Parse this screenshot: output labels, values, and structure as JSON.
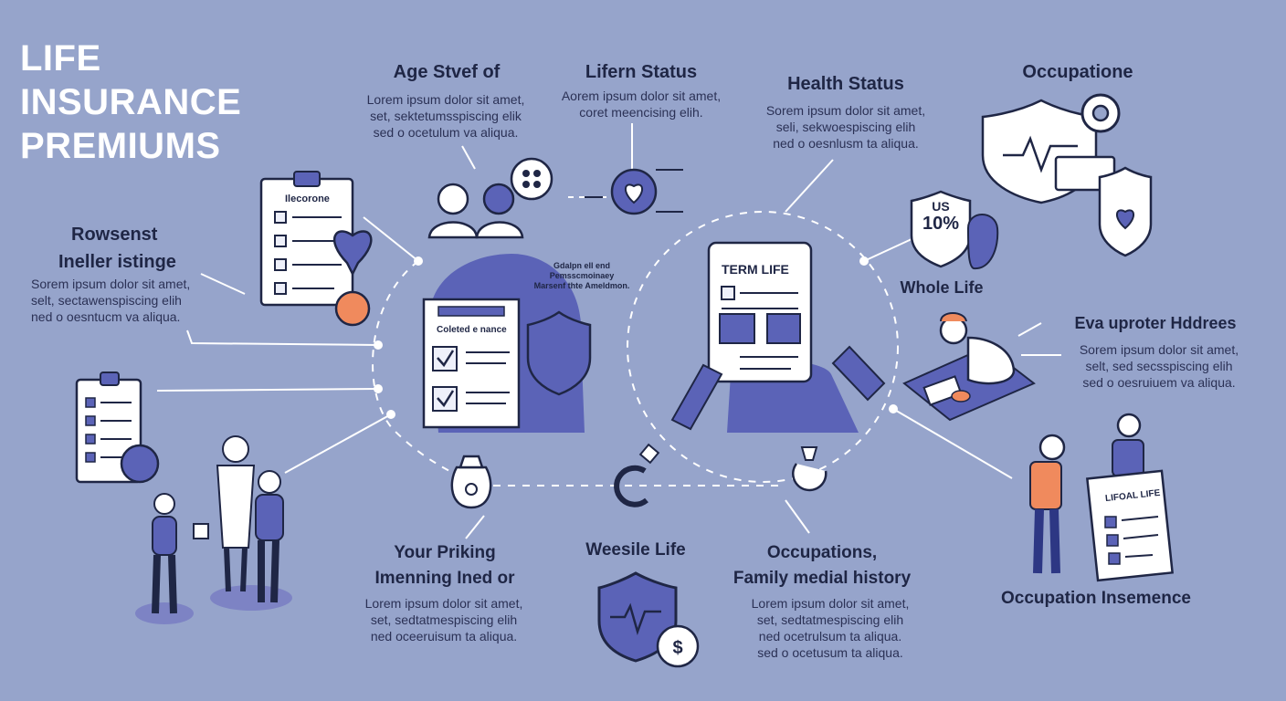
{
  "title": [
    "LIFE INSURANCE",
    "PREMIUMS"
  ],
  "blocks": {
    "age": {
      "heading": "Age Stvef of",
      "body": [
        "Lorem ipsum dolor sit amet,",
        "set, sektetumsspiscing elik",
        "sed o ocetulum va aliqua."
      ]
    },
    "lifestyle": {
      "heading": "Lifern Status",
      "body": [
        "Aorem ipsum dolor sit amet,",
        "coret meencising elih."
      ]
    },
    "health": {
      "heading": "Health Status",
      "body": [
        "Sorem ipsum dolor sit amet,",
        "seli, sekwoespiscing elih",
        "ned o oesnlusm ta aliqua."
      ]
    },
    "occupation_top": {
      "heading": "Occupatione"
    },
    "rowsenst": {
      "heading": [
        "Rowsenst",
        "Ineller istinge"
      ],
      "body": [
        "Sorem ipsum dolor sit amet,",
        "selt, sectawenspiscing elih",
        "ned o oesntucm va aliqua."
      ]
    },
    "whole_life": {
      "heading": "Whole Life"
    },
    "eva": {
      "heading": "Eva uproter Hddrees",
      "body": [
        "Sorem ipsum dolor sit amet,",
        "selt, sed secsspiscing elih",
        "sed o oesruiuem va aliqua."
      ]
    },
    "pricing": {
      "heading": [
        "Your Priking",
        "Imenning Ined or"
      ],
      "body": [
        "Lorem ipsum dolor sit amet,",
        "set, sedtatmespiscing elih",
        "ned oceeruisum ta aliqua."
      ]
    },
    "wsl": {
      "heading": "Weesile Life"
    },
    "family": {
      "heading": [
        "Occupations,",
        "Family medial history"
      ],
      "body": [
        "Lorem ipsum dolor sit amet,",
        "set, sedtatmespiscing elih",
        "ned ocetrulsum ta aliqua.",
        "sed o ocetusum ta aliqua."
      ]
    },
    "occ_ins": {
      "heading": "Occupation Insemence"
    }
  },
  "illustration_text": {
    "clipboard_top": "Ilecorone",
    "document_center": "Coleted e nance",
    "tiny_note": [
      "Gdalpn ell end",
      "Pemsscmoinaey",
      "Marsenf thte Ameldmon."
    ],
    "term_life": "TERM LIFE",
    "us_badge": [
      "US",
      "10%"
    ],
    "whole_life_board": "LIFOAL LIFE"
  },
  "colors": {
    "background": "#96a4cb",
    "accent": "#5b63b7",
    "ink": "#1f2645",
    "orange": "#f08a5d",
    "white": "#ffffff"
  }
}
